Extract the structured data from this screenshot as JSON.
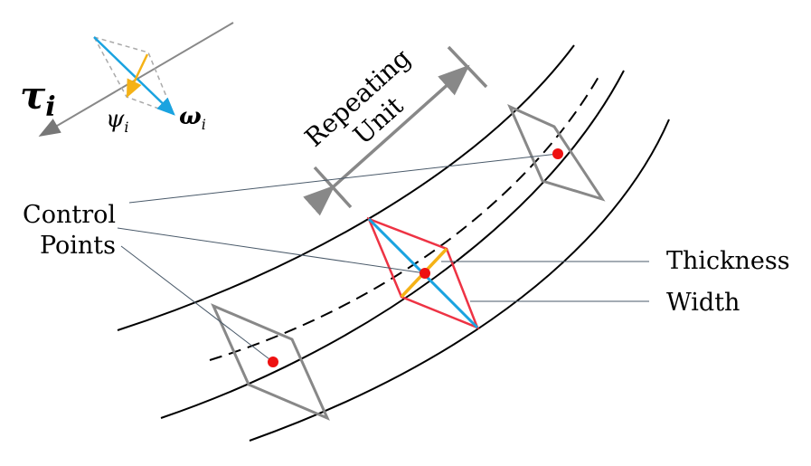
{
  "labels": {
    "repeating_unit_line1": "Repeating",
    "repeating_unit_line2": "Unit",
    "control_points_line1": "Control",
    "control_points_line2": "Points",
    "thickness": "Thickness",
    "width": "Width"
  },
  "legend": {
    "tau": "τ",
    "tau_sub": "i",
    "psi": "ψ",
    "psi_sub": "i",
    "omega": "ω",
    "omega_sub": "i"
  },
  "colors": {
    "centerline": "#000000",
    "boundary": "#000000",
    "unit_gray": "#888888",
    "highlight_red": "#ee3344",
    "width_blue": "#1aa3e0",
    "thickness_orange": "#f5b216",
    "control_point": "#ee1111",
    "leader": "#4a5a6a"
  }
}
